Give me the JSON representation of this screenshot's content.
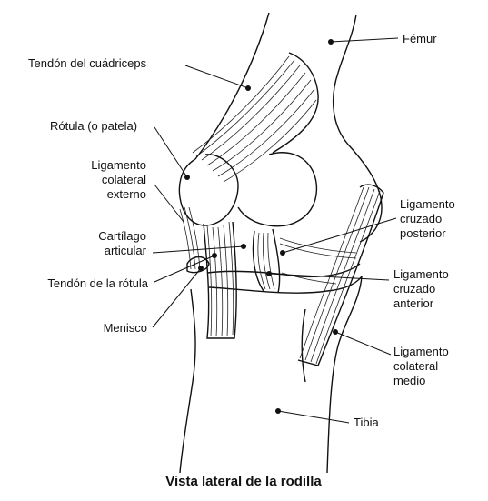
{
  "labels": {
    "femur": "Fémur",
    "quadriceps_tendon": "Tendón del cuádriceps",
    "patella": "Rótula (o patela)",
    "lateral_collateral_1": "Ligamento",
    "lateral_collateral_2": "colateral",
    "lateral_collateral_3": "externo",
    "cartilage_1": "Cartílago",
    "cartilage_2": "articular",
    "patellar_tendon": "Tendón de la rótula",
    "meniscus": "Menisco",
    "posterior_cruciate_1": "Ligamento",
    "posterior_cruciate_2": "cruzado",
    "posterior_cruciate_3": "posterior",
    "anterior_cruciate_1": "Ligamento",
    "anterior_cruciate_2": "cruzado",
    "anterior_cruciate_3": "anterior",
    "medial_collateral_1": "Ligamento",
    "medial_collateral_2": "colateral",
    "medial_collateral_3": "medio",
    "tibia": "Tibia"
  },
  "caption": "Vista lateral de la rodilla"
}
